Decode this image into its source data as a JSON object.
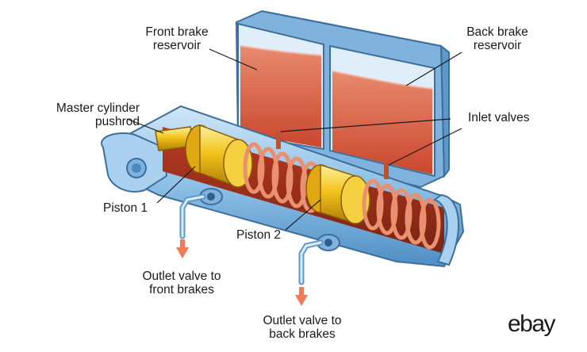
{
  "labels": {
    "front_reservoir": [
      "Front brake",
      "reservoir"
    ],
    "back_reservoir": [
      "Back brake",
      "reservoir"
    ],
    "pushrod": [
      "Master cylinder",
      "pushrod"
    ],
    "inlet_valves": "Inlet valves",
    "piston1": "Piston 1",
    "piston2": "Piston 2",
    "outlet_front": [
      "Outlet valve to",
      "front brakes"
    ],
    "outlet_back": [
      "Outlet valve to",
      "back brakes"
    ]
  },
  "brand": "ebay",
  "colors": {
    "fluid": "#d4553a",
    "fluid_light": "#e8826a",
    "housing": "#9ec8e8",
    "housing_dark": "#4a8ac0",
    "piston": "#f2c31a",
    "spring": "#e89070",
    "arrow": "#f07a5a"
  }
}
